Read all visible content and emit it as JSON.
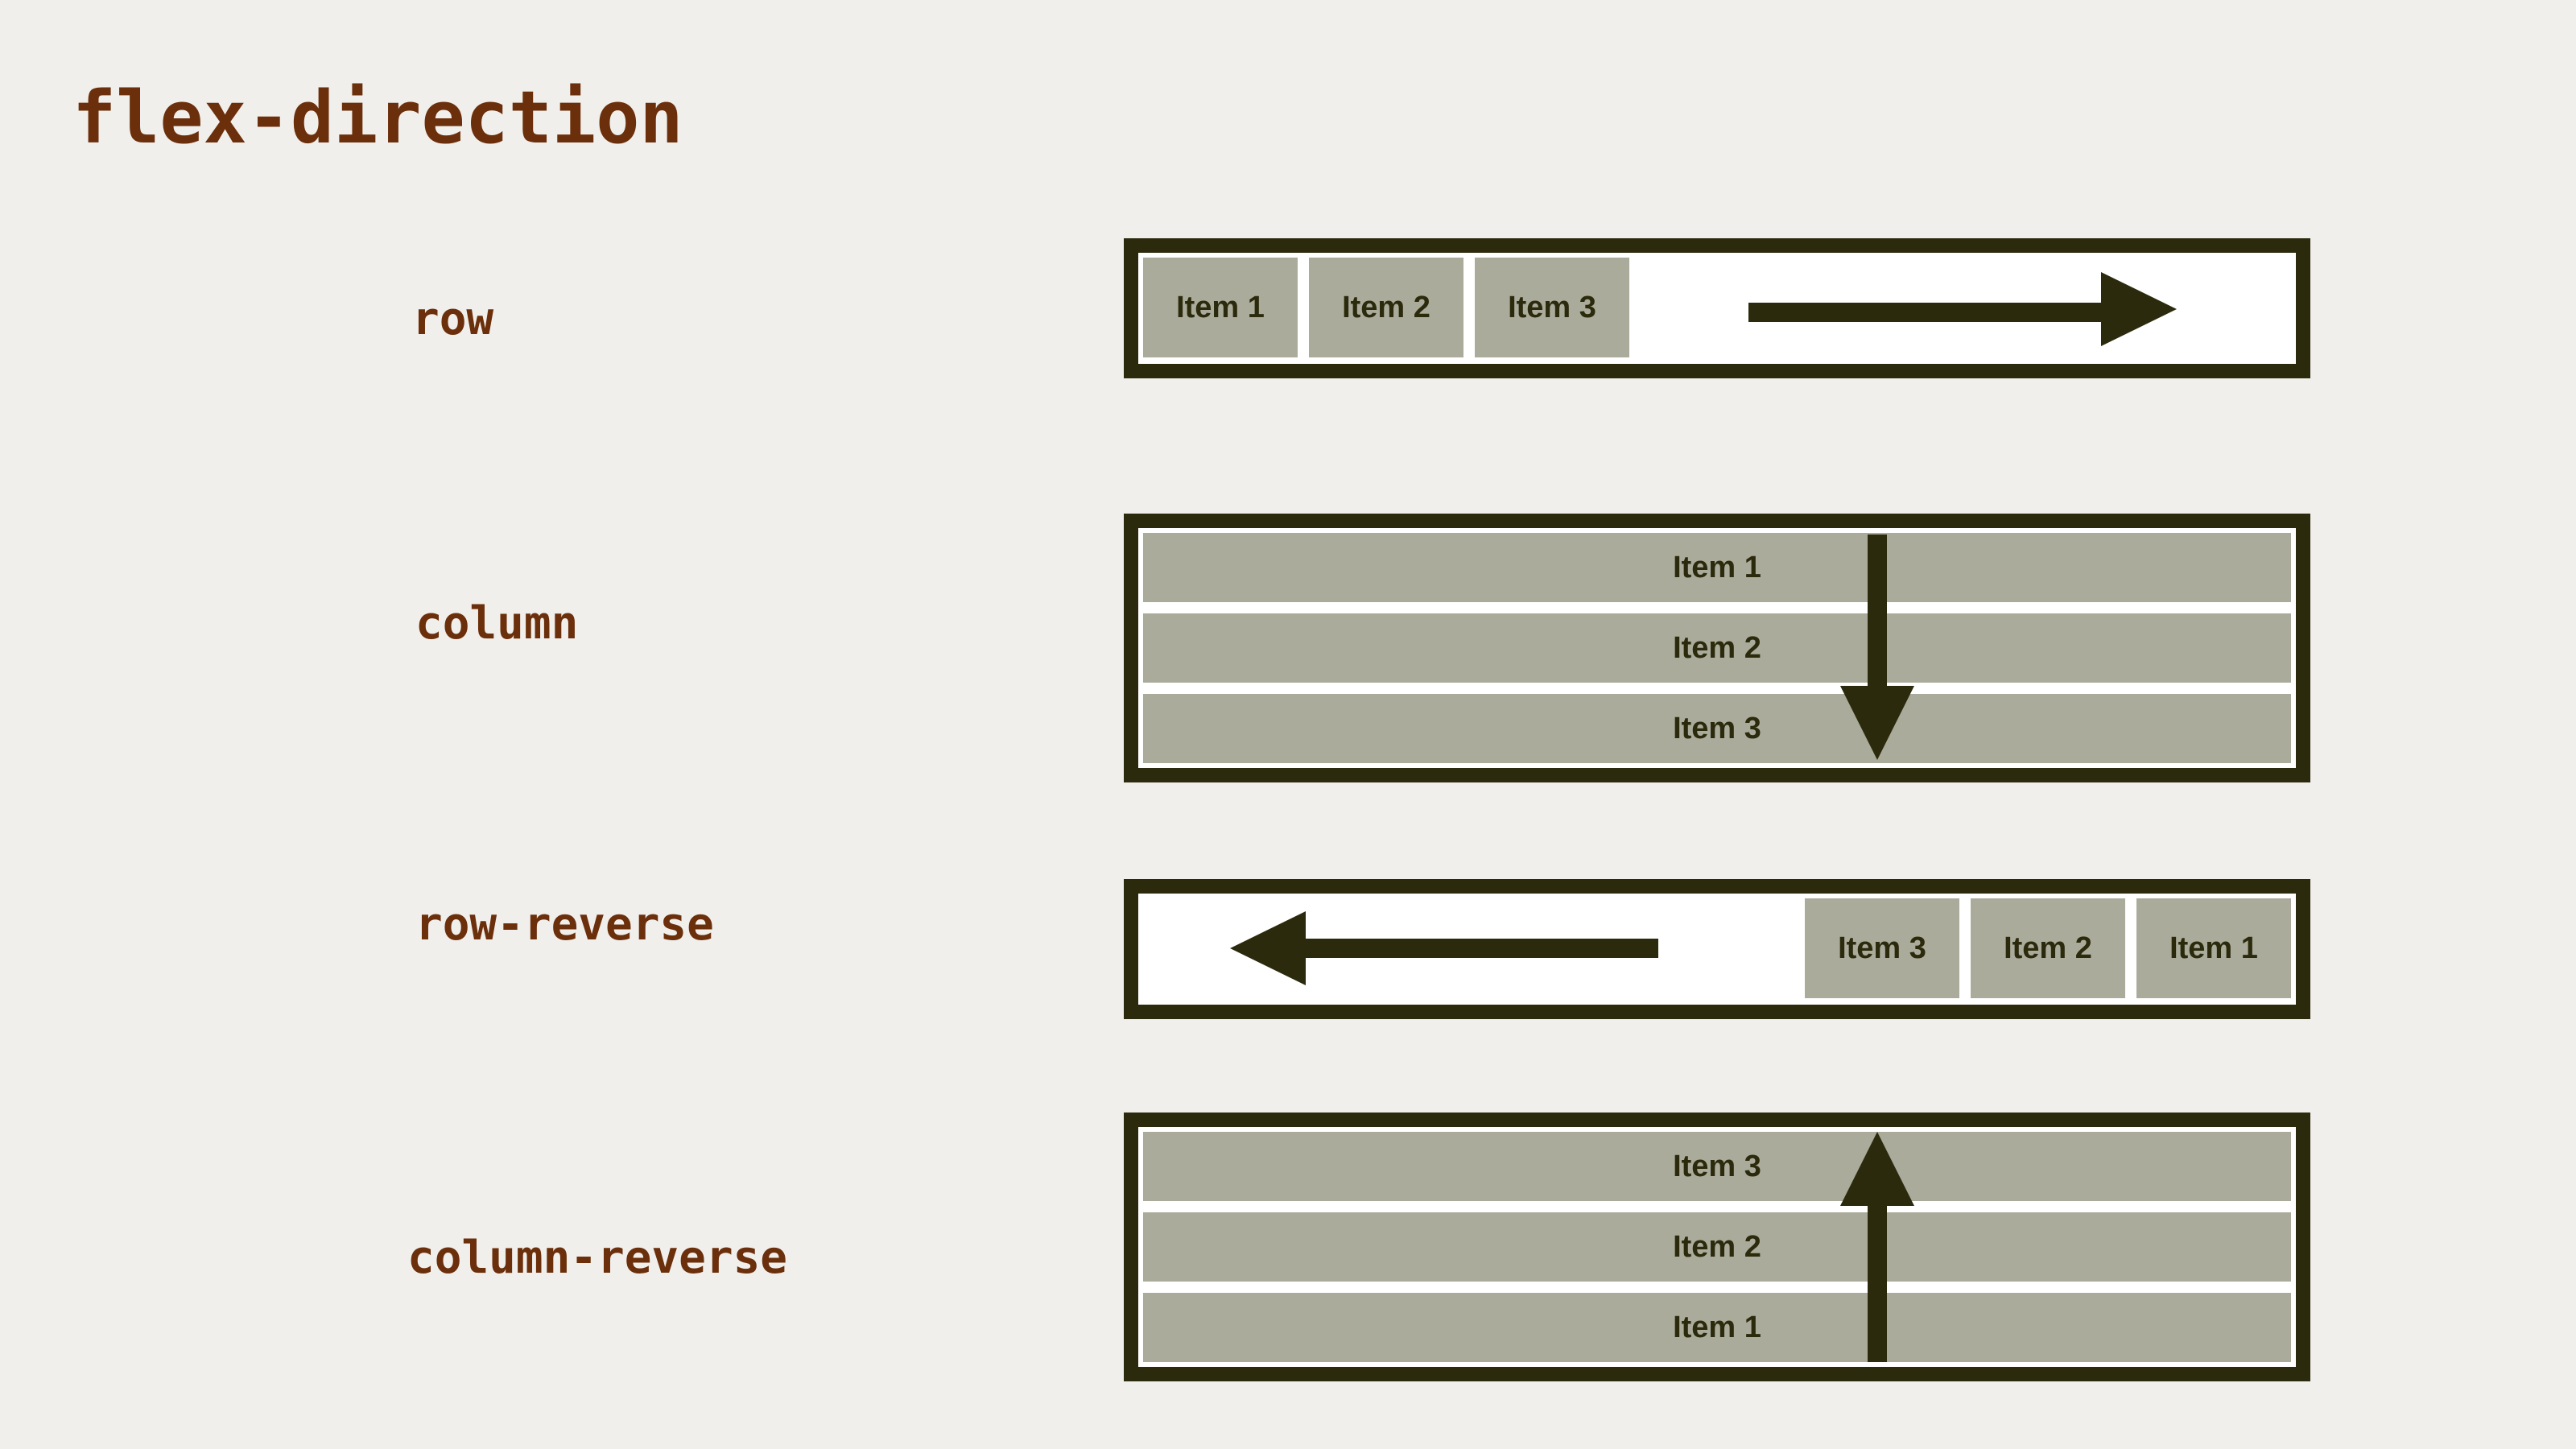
{
  "title": "flex-direction",
  "sections": [
    {
      "label": "row",
      "direction": "row",
      "items": [
        "Item 1",
        "Item 2",
        "Item 3"
      ],
      "arrow": "arrow-right-icon"
    },
    {
      "label": "column",
      "direction": "column",
      "items": [
        "Item 1",
        "Item 2",
        "Item 3"
      ],
      "arrow": "arrow-down-icon"
    },
    {
      "label": "row-reverse",
      "direction": "row-reverse",
      "items": [
        "Item 1",
        "Item 2",
        "Item 3"
      ],
      "arrow": "arrow-left-icon"
    },
    {
      "label": "column-reverse",
      "direction": "column-reverse",
      "items": [
        "Item 1",
        "Item 2",
        "Item 3"
      ],
      "arrow": "arrow-up-icon"
    }
  ],
  "colors": {
    "background": "#f1efec",
    "text": "#6b2f0b",
    "border": "#2b2a0c",
    "item": "#aaab9b",
    "container": "#ffffff"
  }
}
